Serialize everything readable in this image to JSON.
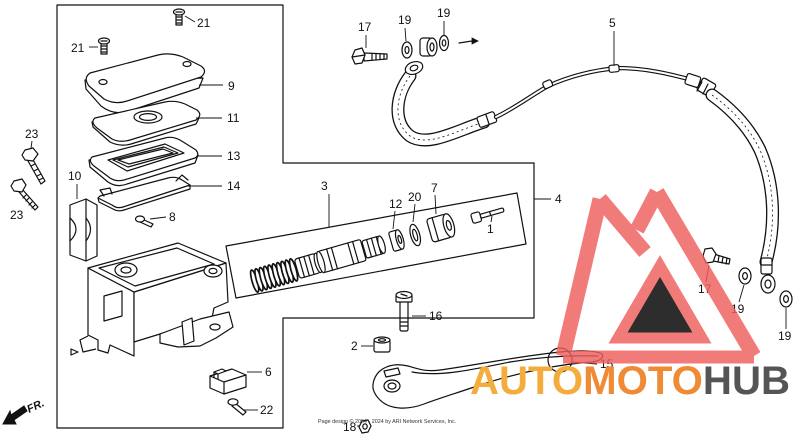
{
  "callouts": {
    "part_1": "1",
    "part_2": "2",
    "part_3": "3",
    "part_4": "4",
    "part_5": "5",
    "part_6": "6",
    "part_7": "7",
    "part_8": "8",
    "part_9": "9",
    "part_10": "10",
    "part_11": "11",
    "part_12": "12",
    "part_13": "13",
    "part_14": "14",
    "part_15": "15",
    "part_16": "16",
    "part_17": "17",
    "part_18": "18",
    "part_19": "19",
    "part_20": "20",
    "part_21": "21",
    "part_22": "22",
    "part_23": "23"
  },
  "front_indicator": "FR.",
  "footer": "Page design © 2004 - 2024 by ARI Network Services, Inc.",
  "watermark": {
    "part1": "AUTO",
    "part2": "MOTO",
    "part3": "HUB"
  },
  "icons": {
    "front_arrow": "front-direction-arrow-icon",
    "direction_arrow": "direction-arrow-icon",
    "logo": "triangle-logo-icon"
  },
  "colors": {
    "line": "#111111",
    "logo_red": "#ee5f5c",
    "brand_orange": "#f4ad3d",
    "brand_dark_orange": "#ef8a35",
    "brand_gray": "#555555"
  }
}
